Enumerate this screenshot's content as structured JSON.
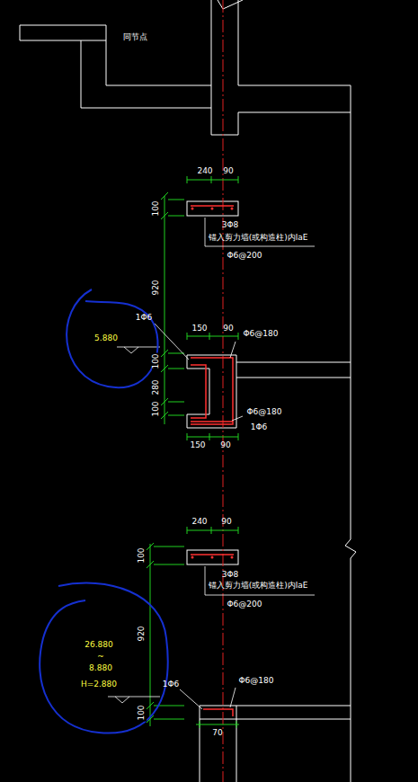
{
  "diagram": {
    "labels": [
      "同节点",
      "240",
      "90",
      "100",
      "920",
      "3Φ8",
      "锚入剪力墙(或构造柱)内laE",
      "Φ6@200",
      "1Φ6",
      "150",
      "90",
      "Φ6@180",
      "5.880",
      "100",
      "280",
      "100",
      "Φ6@180",
      "1Φ6",
      "150",
      "90",
      "240",
      "90",
      "100",
      "920",
      "3Φ8",
      "锚入剪力墙(或构造柱)内laE",
      "Φ6@200",
      "26.880",
      "~",
      "8.880",
      "H=2.880",
      "1Φ6",
      "Φ6@180",
      "100",
      "70"
    ]
  }
}
